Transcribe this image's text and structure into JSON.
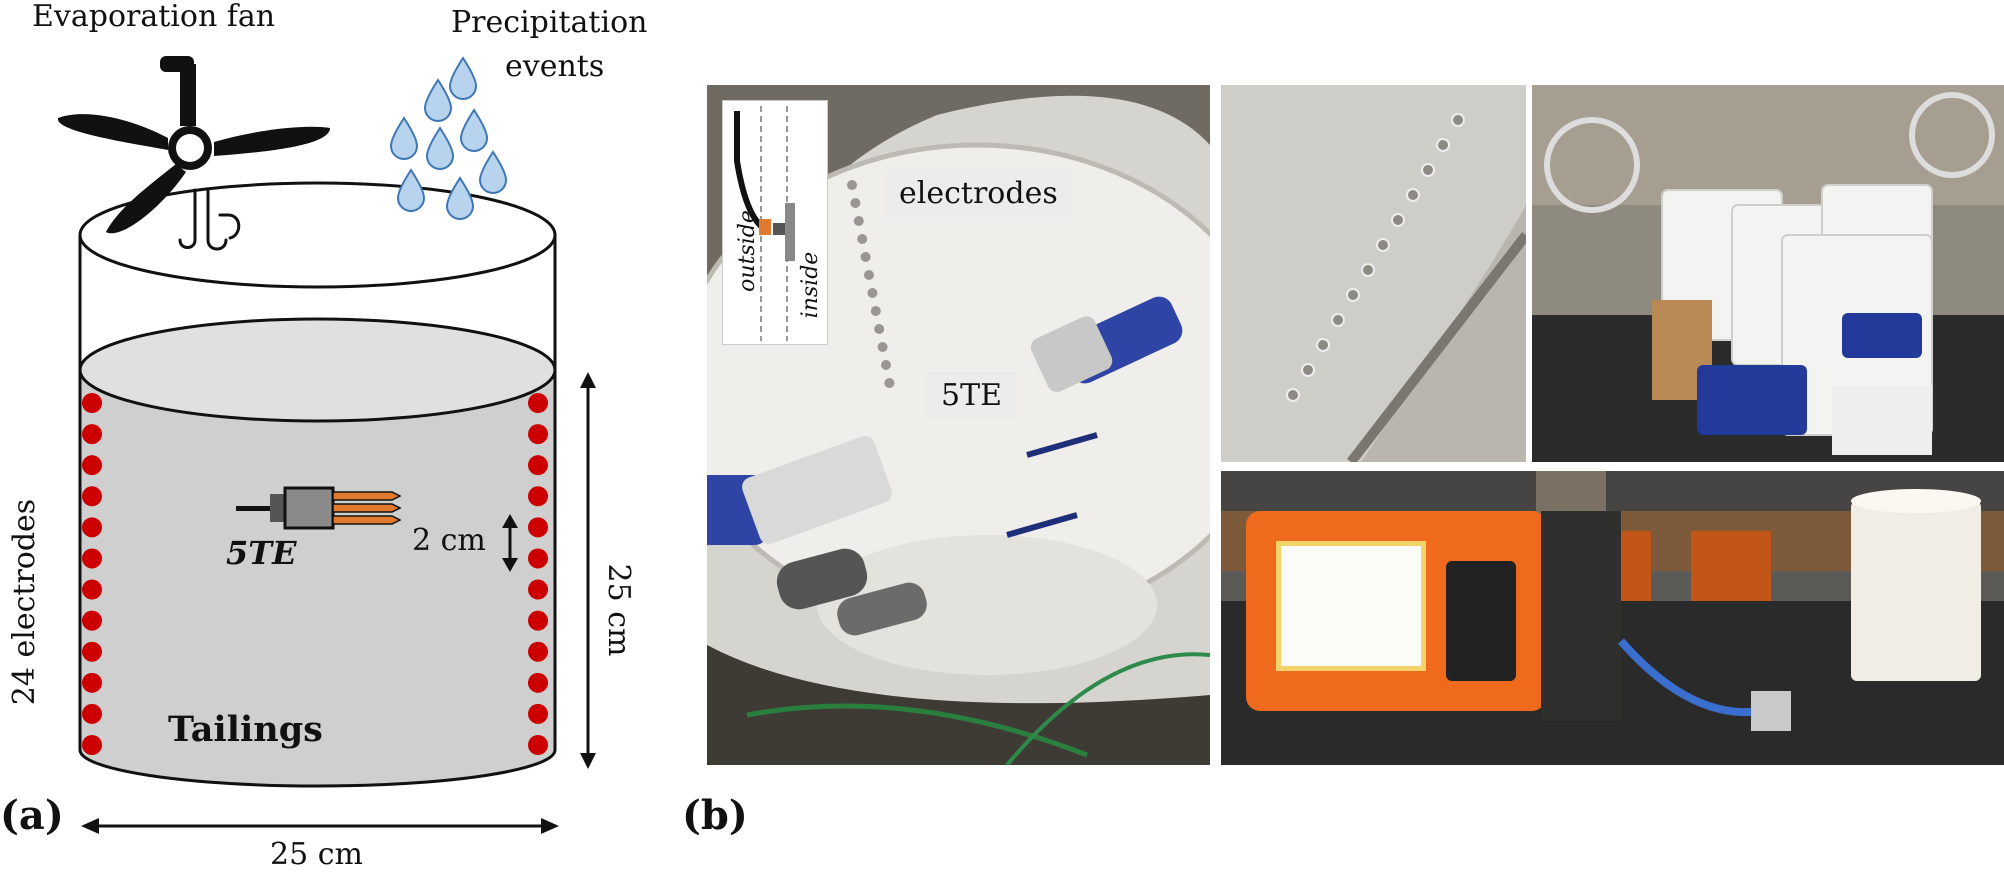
{
  "panel_a": {
    "letter": "(a)",
    "fan_label": "Evaporation fan",
    "precip_label_line1": "Precipitation",
    "precip_label_line2": "events",
    "sensor_label": "5TE",
    "spacing_label": "2 cm",
    "height_label": "25 cm",
    "width_label": "25 cm",
    "electrodes_label": "24 electrodes",
    "tailings_label": "Tailings",
    "electrodes_per_side": 12
  },
  "panel_b": {
    "letter": "(b)",
    "electrodes_tag": "electrodes",
    "sensor_tag": "5TE",
    "inset_outside": "outside",
    "inset_inside": "inside"
  },
  "colors": {
    "electrode": "#cc0000",
    "tailings": "#cfcfcf",
    "surface": "#e0e0e0",
    "drop_fill": "#b7d3ee",
    "drop_stroke": "#3f77b5",
    "sensor_body": "#8a8a8a",
    "sensor_prong": "#e07a2e",
    "device_orange": "#ef6a1c"
  }
}
